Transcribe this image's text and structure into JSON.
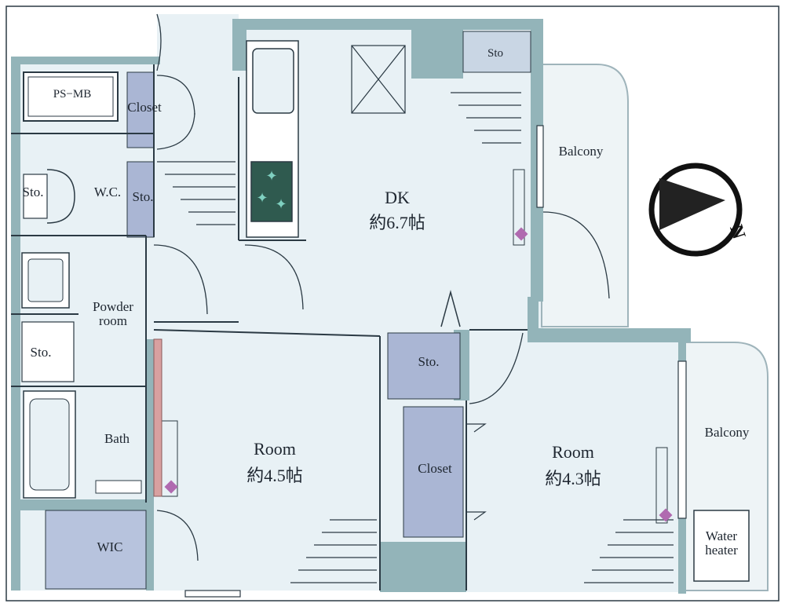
{
  "rooms": {
    "ps_mb": "PS−MB",
    "closet_upper": "Closet",
    "sto_wc": "Sto.",
    "wc": "W.C.",
    "sto_hall": "Sto.",
    "powder_line1": "Powder",
    "powder_line2": "room",
    "sto_powder": "Sto.",
    "bath": "Bath",
    "wic": "WIC",
    "dk_name": "DK",
    "dk_size": "約6.7帖",
    "sto_kitchen": "Sto",
    "balcony_upper": "Balcony",
    "room_left_name": "Room",
    "room_left_size": "約4.5帖",
    "sto_mid": "Sto.",
    "closet_mid": "Closet",
    "room_right_name": "Room",
    "room_right_size": "約4.3帖",
    "balcony_lower": "Balcony",
    "water_line1": "Water",
    "water_line2": "heater"
  },
  "compass": {
    "label": "N",
    "icon": "north-arrow-icon"
  },
  "colors": {
    "floor": "#e8f1f5",
    "wall": "#93b4b9",
    "storage": "#aab6d4",
    "line": "#2b3a44",
    "outdoor": "#ffffff",
    "accent": "#b06ab0"
  }
}
